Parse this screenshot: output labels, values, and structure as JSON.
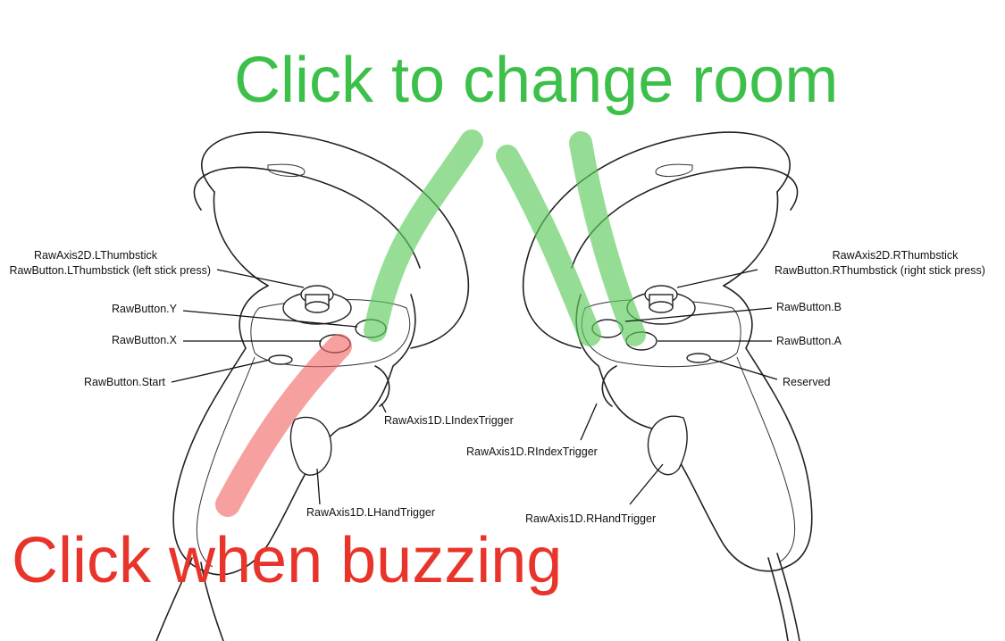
{
  "annotations": {
    "change_room": "Click to change room",
    "buzzing": "Click when buzzing"
  },
  "left_labels": {
    "thumbstick_axis": "RawAxis2D.LThumbstick",
    "thumbstick_press": "RawButton.LThumbstick (left stick press)",
    "button_y": "RawButton.Y",
    "button_x": "RawButton.X",
    "button_start": "RawButton.Start",
    "index_trigger": "RawAxis1D.LIndexTrigger",
    "hand_trigger": "RawAxis1D.LHandTrigger"
  },
  "right_labels": {
    "thumbstick_axis": "RawAxis2D.RThumbstick",
    "thumbstick_press": "RawButton.RThumbstick (right stick press)",
    "button_b": "RawButton.B",
    "button_a": "RawButton.A",
    "reserved": "Reserved",
    "index_trigger": "RawAxis1D.RIndexTrigger",
    "hand_trigger": "RawAxis1D.RHandTrigger"
  },
  "colors": {
    "green": "#3cc04a",
    "green_stroke": "#7fd67f",
    "red": "#e8342a",
    "red_stroke": "#f28080"
  }
}
